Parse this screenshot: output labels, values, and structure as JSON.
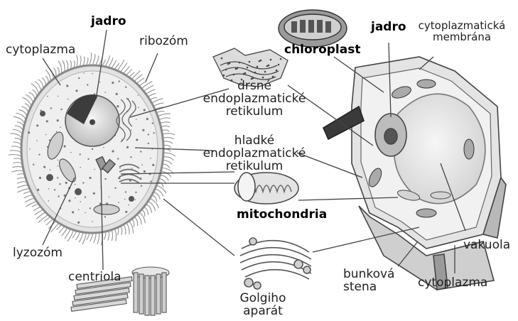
{
  "labels": {
    "jadro_animal": "jadro",
    "cytoplazma_animal": "cytoplazma",
    "ribozom": "ribozóm",
    "lyzozom": "lyzozóm",
    "centriola": "centriola",
    "rough_er": "drsné\nendoplazmatické\nretikulum",
    "smooth_er": "hladké\nendoplazmatické\nretikulum",
    "mitochondria": "mitochondria",
    "golgi": "Golgiho\naparát",
    "chloroplast": "chloroplast",
    "jadro_plant": "jadro",
    "membrana": "cytoplazmatická\nmembrána",
    "vakuola": "vakuola",
    "bunkova_stena": "bunková\nstena",
    "cytoplazma_plant": "cytoplazma"
  },
  "colors": {
    "ink": "#222222",
    "membrane_gray": "#8a8a8a",
    "fill_light": "#eeeeee",
    "fill_mid": "#c8c8c8",
    "fill_dark": "#555555"
  }
}
